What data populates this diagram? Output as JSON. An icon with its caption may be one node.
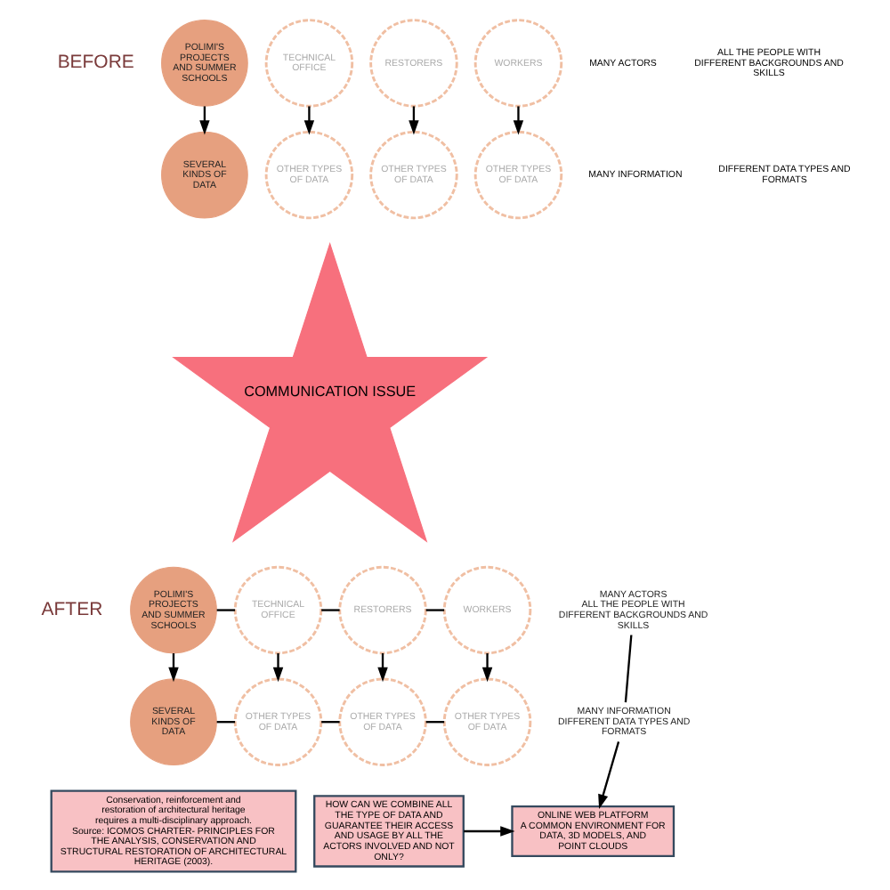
{
  "diagram": {
    "nodes": [
      {
        "text": [
          "POLIMI'S PROJECTS AND SUMMER SCHOOLS"
        ]
      },
      {
        "text": [
          "TECHNICAL OFFICE"
        ]
      },
      {
        "text": [
          "RESTORERS"
        ]
      },
      {
        "text": [
          "WORKERS"
        ]
      },
      {
        "text": [
          "SEVERAL KINDS OF DATA"
        ]
      },
      {
        "text": [
          "OTHER TYPES OF DATA"
        ]
      },
      {
        "text": [
          "OTHER TYPES OF DATA"
        ]
      },
      {
        "text": [
          "OTHER TYPES OF DATA"
        ]
      },
      {
        "text": [
          "COMMUNICATION ISSUE"
        ]
      },
      {
        "text": [
          "POLIMI'S PROJECTS AND SUMMER SCHOOLS"
        ]
      },
      {
        "text": [
          "TECHNICAL OFFICE"
        ]
      },
      {
        "text": [
          "RESTORERS"
        ]
      },
      {
        "text": [
          "WORKERS"
        ]
      },
      {
        "text": [
          "MANY ACTORS",
          "ALL THE PEOPLE WITH DIFFERENT BACKGROUNDS AND SKILLS"
        ]
      },
      {
        "text": [
          "SEVERAL KINDS OF DATA"
        ]
      },
      {
        "text": [
          "OTHER TYPES OF DATA"
        ]
      },
      {
        "text": [
          "OTHER TYPES OF DATA"
        ]
      },
      {
        "text": [
          "OTHER TYPES OF DATA"
        ]
      },
      {
        "text": [
          "MANY INFORMATION",
          "DIFFERENT DATA TYPES AND FORMATS"
        ]
      },
      {
        "text": [
          "Conservation, reinforcement and restoration of architectural heritage requires a multi-disciplinary approach.",
          "Source: ICOMOS CHARTER- PRINCIPLES FOR THE ANALYSIS, CONSERVATION AND STRUCTURAL RESTORATION OF ARCHITECTURAL HERITAGE (2003)."
        ]
      },
      {
        "text": [
          "HOW CAN WE COMBINE ALL THE TYPE OF DATA AND GUARANTEE THEIR ACCESS AND USAGE BY ALL THE ACTORS INVOLVED AND NOT ONLY?"
        ]
      },
      {
        "text": [
          "ONLINE WEB PLATFORM",
          "A COMMON ENVIRONMENT FOR DATA, 3D MODELS, AND POINT CLOUDS"
        ]
      }
    ],
    "edges": [
      {
        "from": 0,
        "to": 4,
        "arrow": "to"
      },
      {
        "from": 1,
        "to": 5,
        "arrow": "to"
      },
      {
        "from": 2,
        "to": 6,
        "arrow": "to"
      },
      {
        "from": 3,
        "to": 7,
        "arrow": "to"
      },
      {
        "from": 9,
        "to": 14,
        "arrow": "to"
      },
      {
        "from": 10,
        "to": 15,
        "arrow": "to"
      },
      {
        "from": 11,
        "to": 16,
        "arrow": "to"
      },
      {
        "from": 12,
        "to": 17,
        "arrow": "to"
      },
      {
        "from": 9,
        "to": 10,
        "arrow": "none"
      },
      {
        "from": 10,
        "to": 11,
        "arrow": "none"
      },
      {
        "from": 11,
        "to": 12,
        "arrow": "none"
      },
      {
        "from": 14,
        "to": 15,
        "arrow": "none"
      },
      {
        "from": 15,
        "to": 16,
        "arrow": "none"
      },
      {
        "from": 16,
        "to": 17,
        "arrow": "none"
      },
      {
        "from": 13,
        "to": 18,
        "arrow": "none"
      },
      {
        "from": 18,
        "to": 21,
        "arrow": "to"
      },
      {
        "from": 20,
        "to": 21,
        "arrow": "to"
      }
    ],
    "labels": [
      "BEFORE",
      "MANY ACTORS",
      "ALL THE PEOPLE WITH DIFFERENT BACKGROUNDS AND SKILLS",
      "MANY INFORMATION",
      "DIFFERENT DATA TYPES AND FORMATS",
      "AFTER"
    ]
  }
}
